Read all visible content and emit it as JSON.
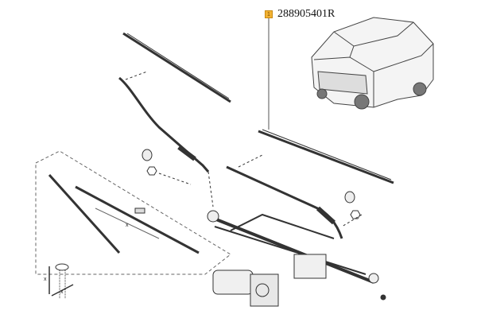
{
  "callout": {
    "number": "1",
    "part_number": "288905401R",
    "color": "#f2b233"
  },
  "dimension_labels": {
    "blade_length": "x",
    "screw_x": "x",
    "screw_y": "x"
  }
}
